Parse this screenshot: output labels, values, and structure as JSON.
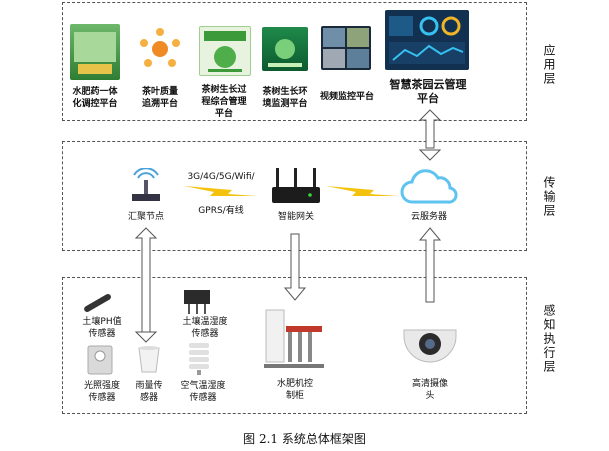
{
  "layers": {
    "application": {
      "title": "应用层",
      "items": [
        {
          "label": "水肥药一体\n化调控平台"
        },
        {
          "label": "茶叶质量\n追溯平台"
        },
        {
          "label": "茶树生长过\n程综合管理\n平台"
        },
        {
          "label": "茶树生长环\n境监测平台"
        },
        {
          "label": "视频监控平台"
        },
        {
          "label": "智慧茶园云管理\n平台"
        }
      ]
    },
    "transport": {
      "title": "传输层",
      "items": [
        {
          "label": "汇聚节点"
        },
        {
          "label": "3G/4G/5G/Wifi/"
        },
        {
          "label": "GPRS/有线"
        },
        {
          "label": "智能网关"
        },
        {
          "label": "云服务器"
        }
      ]
    },
    "perception": {
      "title": "感知执行层",
      "items": [
        {
          "label": "土壤PH值\n传感器"
        },
        {
          "label": "土壤温湿度\n传感器"
        },
        {
          "label": "光照强度\n传感器"
        },
        {
          "label": "雨量传\n感器"
        },
        {
          "label": "空气温湿度\n传感器"
        },
        {
          "label": "水肥机控\n制柜"
        },
        {
          "label": "高清摄像\n头"
        }
      ]
    }
  },
  "caption": "图 2.1  系统总体框架图",
  "colors": {
    "layer_border": "#555555",
    "arrow_stroke": "#555555",
    "lightning": "#f4c20d",
    "cloud": "#5fc3f0",
    "green_ui": "#3c9a3a",
    "dark_ui": "#12304f"
  }
}
